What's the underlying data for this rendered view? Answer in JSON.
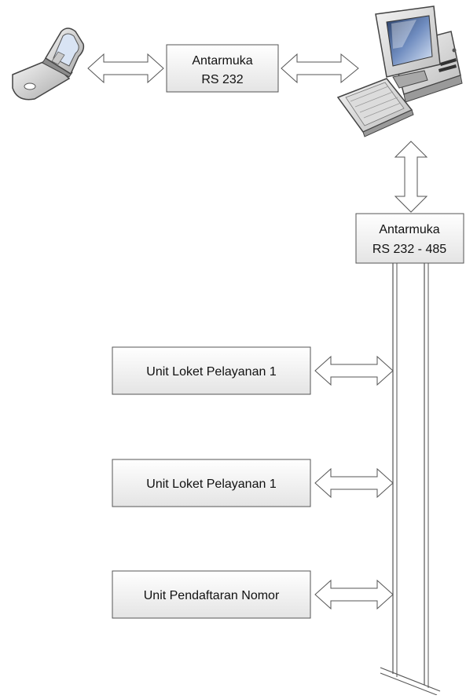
{
  "diagram": {
    "interface_top": {
      "line1": "Antarmuka",
      "line2": "RS 232"
    },
    "interface_bus": {
      "line1": "Antarmuka",
      "line2": "RS 232 - 485"
    },
    "units": [
      {
        "label": "Unit Loket Pelayanan 1"
      },
      {
        "label": "Unit Loket Pelayanan 1"
      },
      {
        "label": "Unit Pendaftaran Nomor"
      }
    ],
    "icons": {
      "phone": "mobile-phone-icon",
      "computer": "desktop-computer-icon"
    },
    "colors": {
      "box_fill_top": "#ffffff",
      "box_fill_bottom": "#e6e6e6",
      "stroke": "#555555",
      "arrow_fill": "#ffffff"
    }
  }
}
